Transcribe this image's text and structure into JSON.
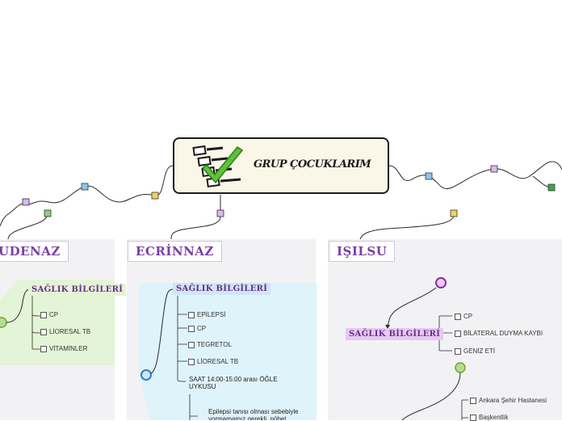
{
  "central": {
    "title": "GRUP ÇOCUKLARIM",
    "icon": "checklist-icon"
  },
  "groups": [
    {
      "name": "UDENAZ",
      "topic": "SAĞLIK BİLGİLERİ",
      "items": [
        "CP",
        "LİORESAL TB",
        "VİTAMİNLER"
      ]
    },
    {
      "name": "ECRİNNAZ",
      "topic": "SAĞLIK BİLGİLERİ",
      "items": [
        "EPİLEPSİ",
        "CP",
        "TEGRETOL",
        "LİORESAL TB",
        "SAAT 14:00-15:00 arası ÖĞLE UYKUSU"
      ],
      "note": "Epilepsi tanısı olması sebebiyle yormamamız gerekli, nöbet"
    },
    {
      "name": "IŞILSU",
      "topic": "SAĞLIK BİLGİLERİ",
      "items": [
        "CP",
        "BİLATERAL DUYMA KAYBI",
        "GENİZ ETİ"
      ],
      "sub_items": [
        "Ankara Şehir Hastanesi",
        "Başkentlik"
      ]
    }
  ],
  "colors": {
    "panel_bg": "#f2f2f4",
    "title_purple": "#7a3fa6",
    "green_band": "#e4f4d6",
    "cyan_band": "#dff3fa",
    "purple_highlight": "#e6c9f2",
    "blue_highlight": "#cfe6f5",
    "connector": "#2a2a2a"
  }
}
